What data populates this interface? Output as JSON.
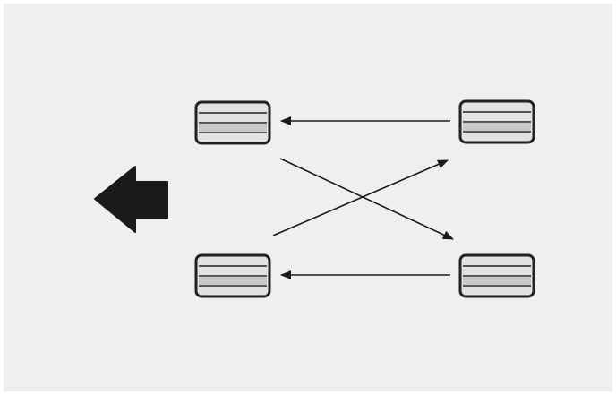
{
  "diagram": {
    "colors": {
      "background": "#efefef",
      "ink": "#222222",
      "node_fill": "#e2e2e2",
      "node_stripe": "#c8c8c8",
      "arrow": "#1a1a1a"
    },
    "icons": {
      "direction_indicator": "left-arrow-icon",
      "node": "striped-box-icon"
    },
    "nodes": [
      {
        "id": "top-left"
      },
      {
        "id": "top-right"
      },
      {
        "id": "bottom-left"
      },
      {
        "id": "bottom-right"
      }
    ],
    "edges": [
      {
        "from": "top-right",
        "to": "top-left"
      },
      {
        "from": "bottom-right",
        "to": "bottom-left"
      },
      {
        "from": "top-left",
        "to": "bottom-right"
      },
      {
        "from": "bottom-left",
        "to": "top-right"
      }
    ]
  }
}
